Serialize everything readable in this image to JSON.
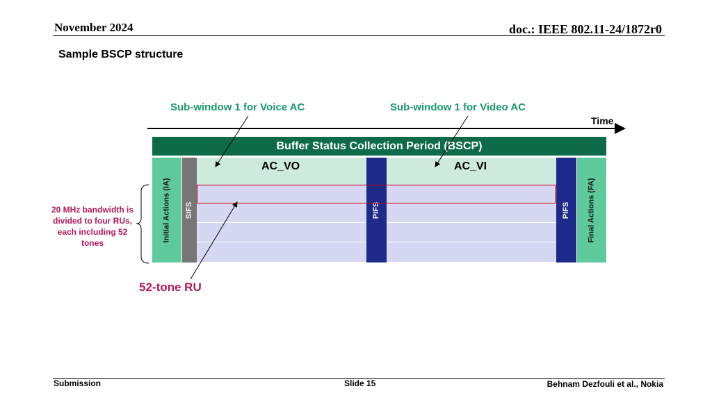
{
  "header": {
    "date": "November 2024",
    "doc": "doc.: IEEE 802.11-24/1872r0"
  },
  "slide_title": "Sample BSCP structure",
  "diagram": {
    "voice_subwindow_label": "Sub-window 1 for Voice AC",
    "video_subwindow_label": "Sub-window 1 for Video AC",
    "time_label": "Time",
    "bscp_label": "Buffer Status Collection Period (BSCP)",
    "ia_label": "Initial Actions (IA)",
    "sifs_label": "SIFS",
    "pifs_label_1": "PIFS",
    "pifs_label_2": "PIFS",
    "fa_label": "Final Actions (FA)",
    "ac_vo_label": "AC_VO",
    "ac_vi_label": "AC_VI",
    "ru_label": "52-tone RU",
    "bandwidth_label": "20 MHz bandwidth is divided to four RUs, each including 52 tones",
    "colors": {
      "bscp_bar": "#0e6b48",
      "ia_fa": "#5ec99a",
      "sifs": "#767676",
      "pifs": "#1e2a8a",
      "ac_area": "#cdeadc",
      "ru_area": "#d6d7f2",
      "highlight": "#cc0000",
      "callout_green": "#1a9a6a",
      "callout_red": "#b0195a"
    }
  },
  "footer": {
    "left": "Submission",
    "center": "Slide 15",
    "right": "Behnam Dezfouli et al., Nokia"
  }
}
